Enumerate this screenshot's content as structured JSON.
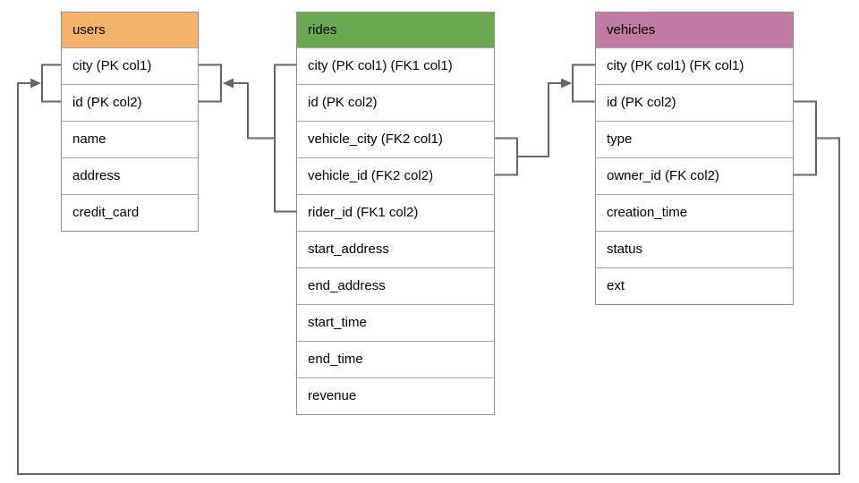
{
  "diagram": {
    "background_color": "#ffffff",
    "connector_color": "#666666",
    "table_border_color": "#8f8f8f",
    "row_divider_color": "#a6a6a6",
    "tables": {
      "users": {
        "title": "users",
        "header_color": "#f6b26b",
        "fields": [
          "city (PK col1)",
          "id (PK col2)",
          "name",
          "address",
          "credit_card"
        ]
      },
      "rides": {
        "title": "rides",
        "header_color": "#6aa84f",
        "fields": [
          "city (PK col1) (FK1 col1)",
          "id (PK col2)",
          "vehicle_city (FK2 col1)",
          "vehicle_id (FK2 col2)",
          "rider_id (FK1 col2)",
          "start_address",
          "end_address",
          "start_time",
          "end_time",
          "revenue"
        ]
      },
      "vehicles": {
        "title": "vehicles",
        "header_color": "#c27ba0",
        "fields": [
          "city (PK col1) (FK col1)",
          "id (PK col2)",
          "type",
          "owner_id (FK col2)",
          "creation_time",
          "status",
          "ext"
        ]
      }
    },
    "relationships": [
      {
        "name": "rides-to-users",
        "from": "rides (city, rider_id)",
        "to": "users (city, id)"
      },
      {
        "name": "rides-to-vehicles",
        "from": "rides (vehicle_city, vehicle_id)",
        "to": "vehicles (city, id)"
      },
      {
        "name": "vehicles-to-users",
        "from": "vehicles (id, owner_id)",
        "to": "users (city, id)"
      }
    ]
  }
}
